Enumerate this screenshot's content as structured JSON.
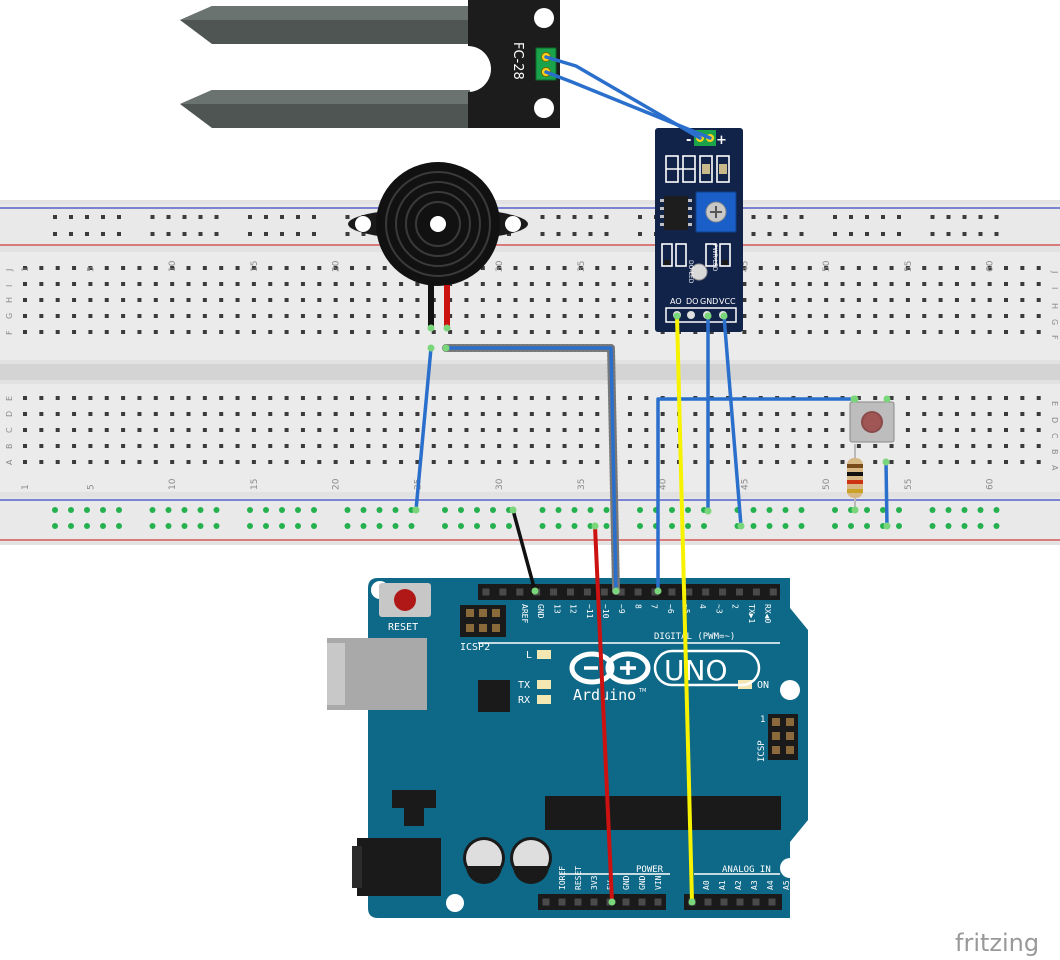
{
  "soil_probe": {
    "label": "FC-28"
  },
  "sensor_module": {
    "pins": [
      "AO",
      "DO",
      "GND",
      "VCC"
    ],
    "led_labels": [
      "PWR-LED",
      "DO-LED"
    ],
    "polarity_minus": "-",
    "polarity_plus": "+"
  },
  "breadboard": {
    "row_letters_top": [
      "J",
      "I",
      "H",
      "G",
      "F"
    ],
    "row_letters_bottom": [
      "E",
      "D",
      "C",
      "B",
      "A"
    ],
    "column_numbers": [
      "1",
      "5",
      "10",
      "15",
      "20",
      "25",
      "30",
      "35",
      "40",
      "45",
      "50",
      "55",
      "60"
    ]
  },
  "arduino": {
    "reset_label": "RESET",
    "icsp2_label": "ICSP2",
    "icsp_label": "ICSP",
    "icsp_pin1": "1",
    "digital_label": "DIGITAL (PWM=~)",
    "digital_pins": [
      "AREF",
      "GND",
      "13",
      "12",
      "~11",
      "~10",
      "~9",
      "8",
      "7",
      "~6",
      "~5",
      "4",
      "~3",
      "2",
      "TX▶1",
      "RX◀0"
    ],
    "led_l": "L",
    "led_tx": "TX",
    "led_rx": "RX",
    "led_on": "ON",
    "brand": "Arduino",
    "tm": "TM",
    "model": "UNO",
    "power_label": "POWER",
    "power_pins": [
      "IOREF",
      "RESET",
      "3V3",
      "5V",
      "GND",
      "GND",
      "VIN"
    ],
    "analog_label": "ANALOG IN",
    "analog_pins": [
      "A0",
      "A1",
      "A2",
      "A3",
      "A4",
      "A5"
    ]
  },
  "watermark": "fritzing",
  "colors": {
    "wire_blue": "#2a6fcc",
    "wire_yellow": "#f7f200",
    "wire_red": "#cc1111",
    "wire_black": "#111111",
    "board_teal": "#0e6887",
    "module_navy": "#12234a",
    "breadboard": "#e6e6e6"
  }
}
